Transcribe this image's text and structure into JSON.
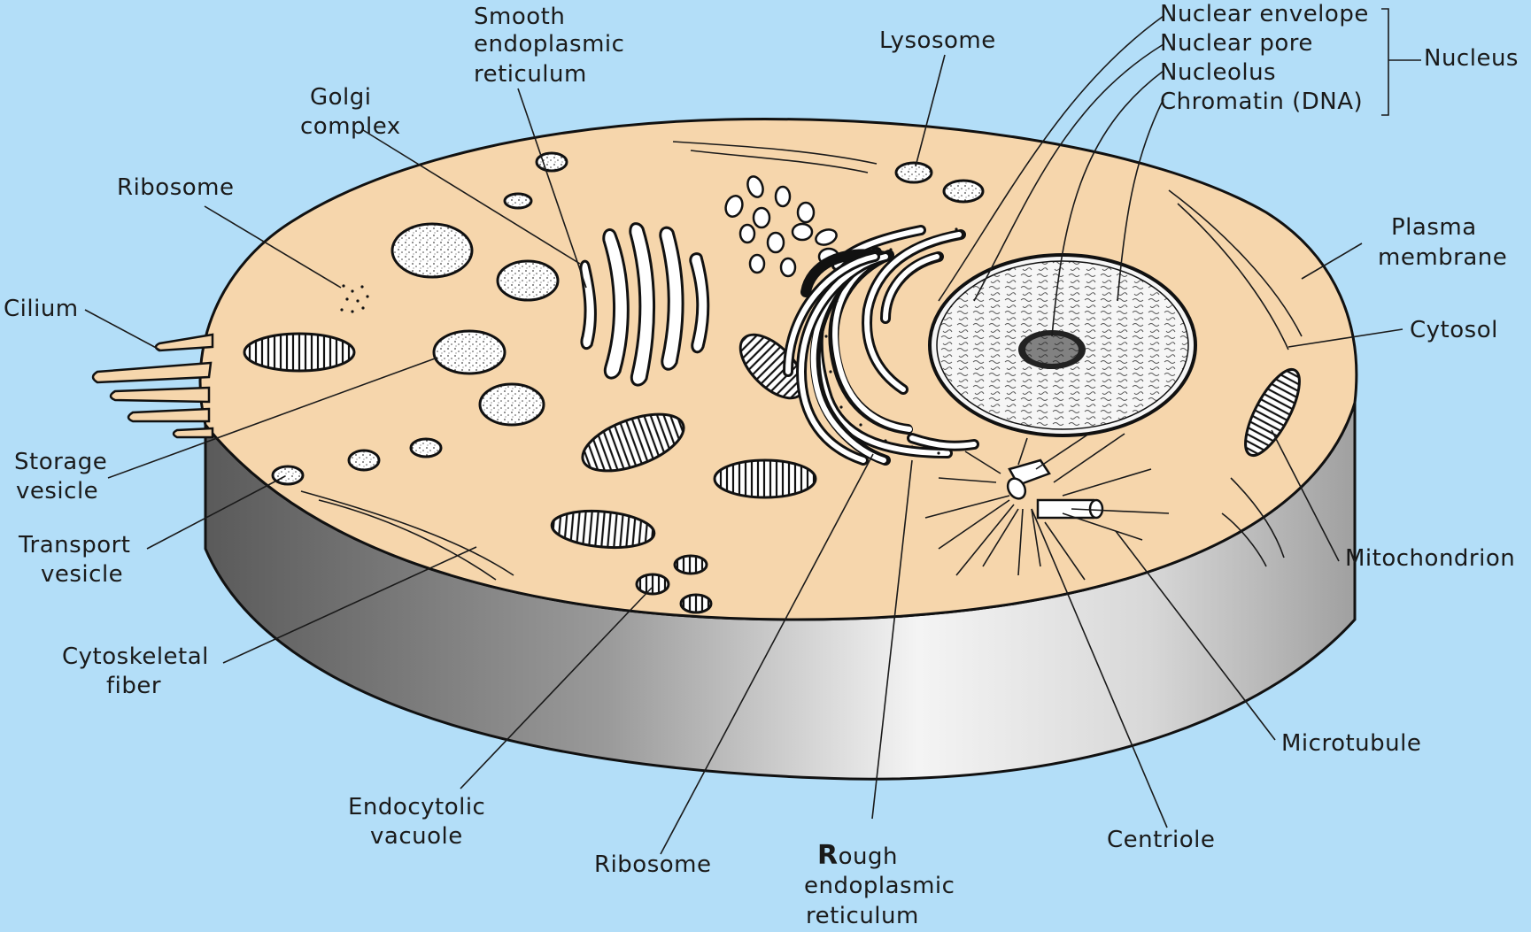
{
  "colors": {
    "background": "#b3def8",
    "cytosol": "#f6d6ac",
    "outline": "#111111"
  },
  "labels": {
    "smooth_er": [
      "Smooth",
      "endoplasmic",
      "reticulum"
    ],
    "lysosome": "Lysosome",
    "nuclear_envelope": "Nuclear envelope",
    "nuclear_pore": "Nuclear pore",
    "nucleolus": "Nucleolus",
    "chromatin": "Chromatin (DNA)",
    "nucleus": "Nucleus",
    "golgi": [
      "Golgi",
      "complex"
    ],
    "ribosome_top": "Ribosome",
    "plasma_membrane": [
      "Plasma",
      "membrane"
    ],
    "cilium": "Cilium",
    "cytosol": "Cytosol",
    "storage_vesicle": [
      "Storage",
      "vesicle"
    ],
    "transport_vesicle": [
      "Transport",
      "vesicle"
    ],
    "mitochondrion": "Mitochondrion",
    "cytoskeletal_fiber": [
      "Cytoskeletal",
      "fiber"
    ],
    "microtubule": "Microtubule",
    "endocytolic_vacuole": [
      "Endocytolic",
      "vacuole"
    ],
    "ribosome_bottom": "Ribosome",
    "rough_er": {
      "initial": "R",
      "rest": "ough",
      "line2": "endoplasmic",
      "line3": "reticulum"
    },
    "centriole": "Centriole"
  }
}
